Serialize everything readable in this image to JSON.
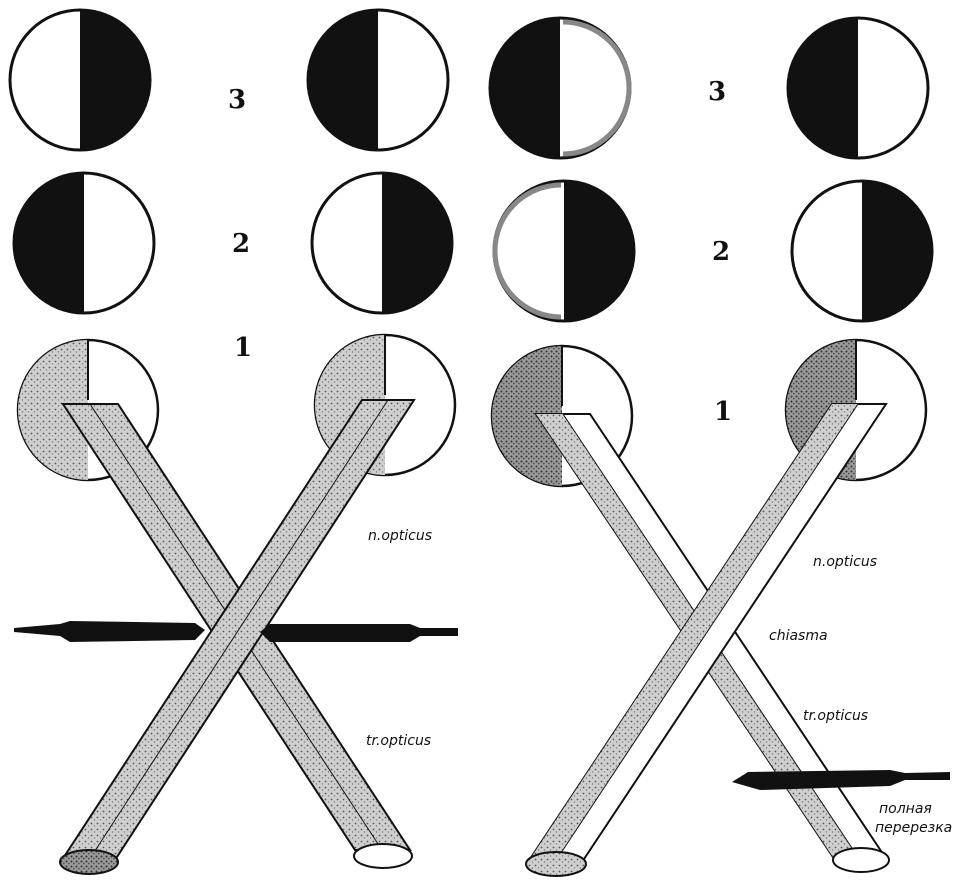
{
  "left_panel": {
    "row_numbers": [
      "3",
      "2",
      "1"
    ],
    "labels": {
      "nerve": "n.opticus",
      "tract": "tr.opticus"
    }
  },
  "right_panel": {
    "row_numbers": [
      "3",
      "2",
      "1"
    ],
    "labels": {
      "nerve": "n.opticus",
      "chiasm": "chiasma",
      "tract": "tr.opticus",
      "cut_line1": "полная",
      "cut_line2": "перерезка"
    }
  },
  "colors": {
    "ink": "#111111",
    "shade": "#8a8a8a",
    "paper": "#ffffff"
  }
}
